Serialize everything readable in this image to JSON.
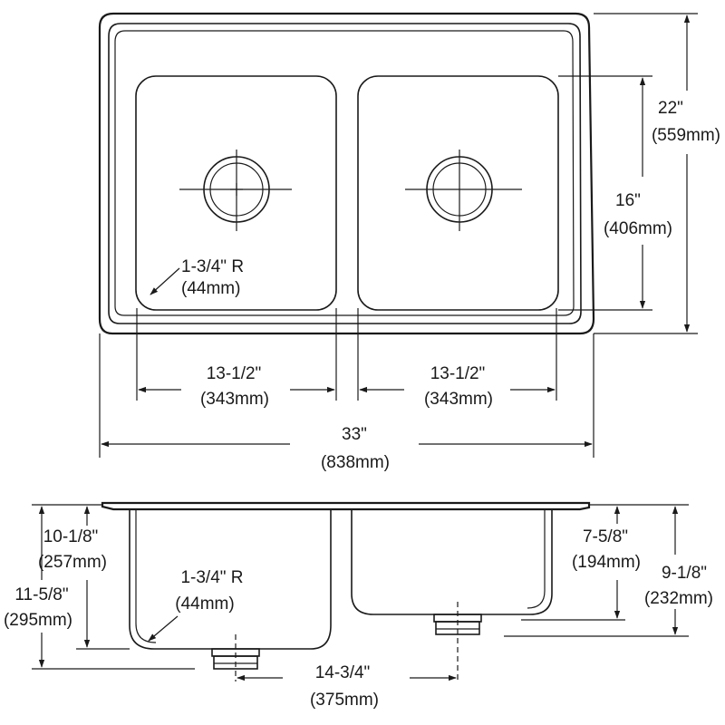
{
  "dimensions": {
    "overall_depth": {
      "imperial": "22\"",
      "metric": "(559mm)"
    },
    "bowl_depth_front_back": {
      "imperial": "16\"",
      "metric": "(406mm)"
    },
    "corner_radius_top": {
      "imperial": "1-3/4\" R",
      "metric": "(44mm)"
    },
    "left_bowl_width": {
      "imperial": "13-1/2\"",
      "metric": "(343mm)"
    },
    "right_bowl_width": {
      "imperial": "13-1/2\"",
      "metric": "(343mm)"
    },
    "overall_width": {
      "imperial": "33\"",
      "metric": "(838mm)"
    },
    "left_bowl_height_inner": {
      "imperial": "10-1/8\"",
      "metric": "(257mm)"
    },
    "left_bowl_height_overall": {
      "imperial": "11-5/8\"",
      "metric": "(295mm)"
    },
    "corner_radius_side": {
      "imperial": "1-3/4\" R",
      "metric": "(44mm)"
    },
    "right_bowl_height_inner": {
      "imperial": "7-5/8\"",
      "metric": "(194mm)"
    },
    "right_bowl_height_overall": {
      "imperial": "9-1/8\"",
      "metric": "(232mm)"
    },
    "drain_spacing": {
      "imperial": "14-3/4\"",
      "metric": "(375mm)"
    }
  }
}
